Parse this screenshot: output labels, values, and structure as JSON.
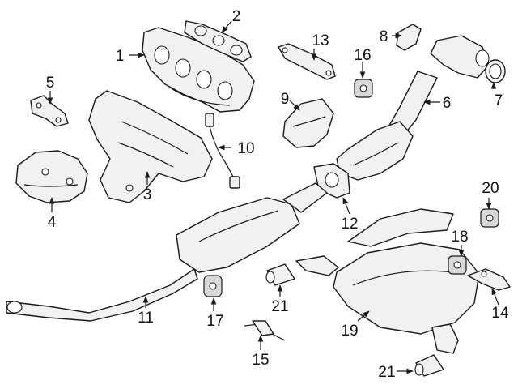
{
  "callouts": {
    "c1": "1",
    "c2": "2",
    "c3": "3",
    "c4": "4",
    "c5": "5",
    "c6": "6",
    "c7": "7",
    "c8": "8",
    "c9": "9",
    "c10": "10",
    "c11": "11",
    "c12": "12",
    "c13": "13",
    "c14": "14",
    "c15": "15",
    "c16": "16",
    "c17": "17",
    "c18": "18",
    "c19": "19",
    "c20": "20",
    "c21a": "21",
    "c21b": "21"
  },
  "colors": {
    "stroke": "#1a1a1a",
    "fill": "#f1f1f1",
    "shade": "#d9d9d9",
    "background": "#ffffff"
  }
}
